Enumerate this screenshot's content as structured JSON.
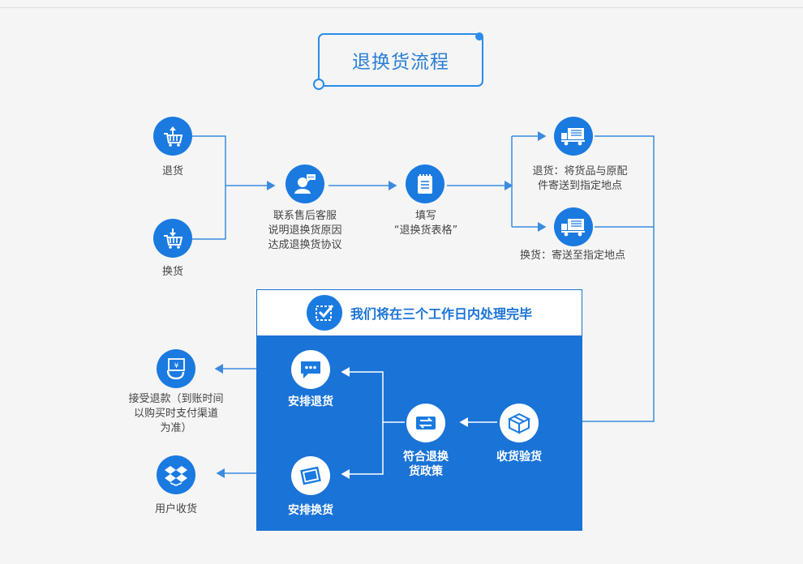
{
  "title": "退换货流程",
  "colors": {
    "accent": "#1a7ae0",
    "panel": "#1a73d6",
    "line": "#3a8be0",
    "background": "#f5f5f5"
  },
  "nodes": {
    "return": {
      "label": "退货",
      "icon": "cart-up-icon"
    },
    "exchange": {
      "label": "换货",
      "icon": "cart-down-icon"
    },
    "contact": {
      "line1": "联系售后客服",
      "line2": "说明退换货原因",
      "line3": "达成退换货协议",
      "icon": "customer-service-icon"
    },
    "form": {
      "line1": "填写",
      "line2": "“退换货表格”",
      "icon": "notepad-icon"
    },
    "ship_return": {
      "line1": "退货：将货品与原配",
      "line2": "件寄送到指定地点",
      "icon": "truck-icon"
    },
    "ship_exchange": {
      "label": "换货：寄送至指定地点",
      "icon": "truck-icon"
    },
    "receive": {
      "label": "收货验货",
      "icon": "box-icon"
    },
    "policy": {
      "line1": "符合退换",
      "line2": "货政策",
      "icon": "exchange-arrows-icon"
    },
    "arrange_return": {
      "label": "安排退货",
      "icon": "chat-bubble-icon"
    },
    "arrange_exchange": {
      "label": "安排换货",
      "icon": "cards-icon"
    },
    "refund": {
      "line1": "接受退款（到账时间",
      "line2": "以购买时支付渠道",
      "line3": "为准）",
      "icon": "cash-hand-icon"
    },
    "user_receive": {
      "label": "用户收货",
      "icon": "dropbox-icon"
    }
  },
  "panel": {
    "header": "我们将在三个工作日内处理完毕",
    "icon": "check-box-icon"
  }
}
